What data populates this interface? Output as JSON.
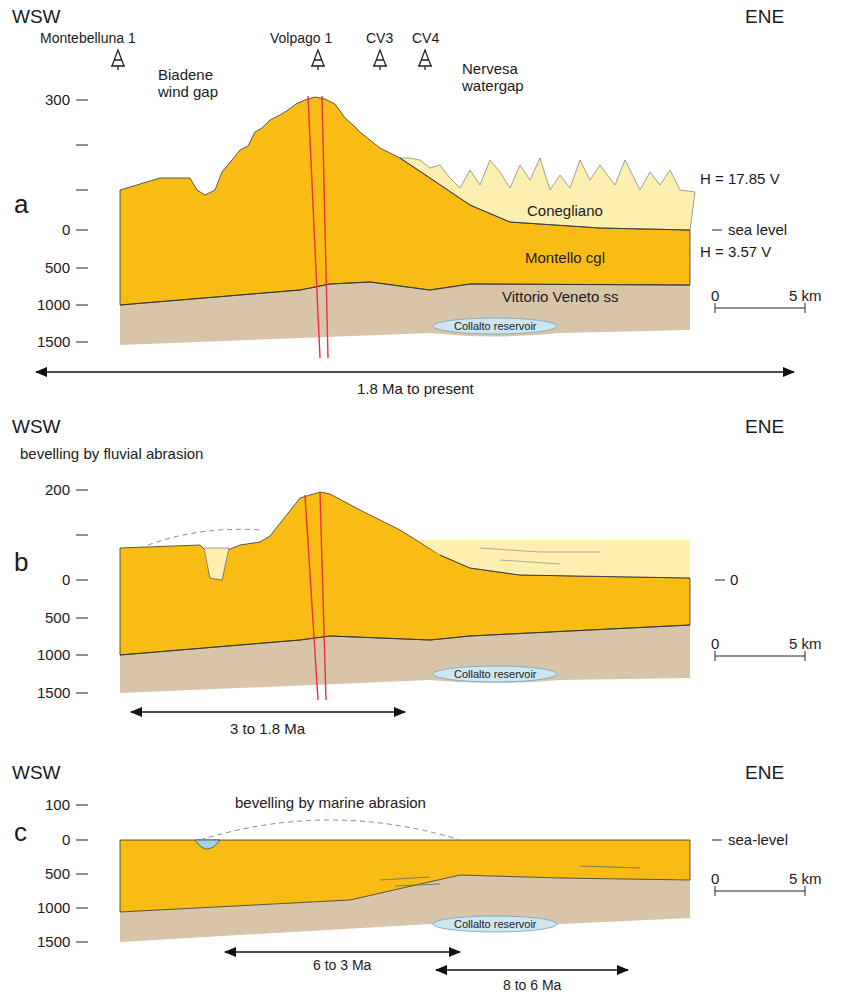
{
  "diagram": {
    "nodes": [
      {
        "text": [
          "Conegliano"
        ]
      },
      {
        "text": [
          "Montello cgl"
        ]
      },
      {
        "text": [
          "Vittorio Veneto ss"
        ]
      },
      {
        "text": [
          "Collalto reservoir"
        ]
      },
      {
        "text": [
          "Collalto reservoir"
        ]
      },
      {
        "text": [
          "Collalto reservoir"
        ]
      }
    ],
    "labels": [
      "WSW",
      "ENE",
      "Montebelluna 1",
      "Volpago 1",
      "CV3",
      "CV4",
      "Biadene wind gap",
      "Nervesa watergap",
      "300",
      "0",
      "500",
      "1000",
      "1500",
      "a",
      "H = 17.85 V",
      "sea level",
      "H = 3.57 V",
      "0",
      "5 km",
      "1.8 Ma to present",
      "WSW",
      "bevelling by fluvial abrasion",
      "ENE",
      "200",
      "0",
      "500",
      "1000",
      "1500",
      "b",
      "0",
      "0",
      "5 km",
      "3 to 1.8 Ma",
      "WSW",
      "ENE",
      "100",
      "0",
      "bevelling by marine abrasion",
      "c",
      "sea-level",
      "500",
      "1000",
      "1500",
      "0",
      "5 km",
      "6 to 3 Ma",
      "8 to 6 Ma"
    ]
  }
}
